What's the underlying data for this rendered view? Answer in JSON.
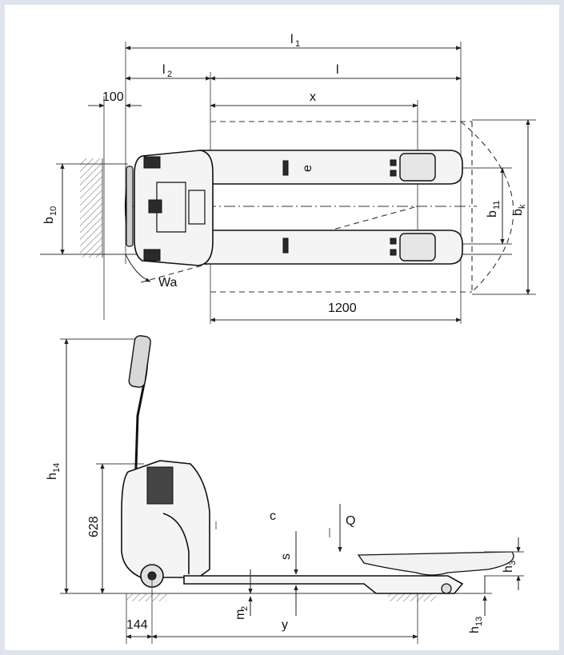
{
  "top_view": {
    "l1": {
      "main": "l",
      "sub": "1"
    },
    "l2": {
      "main": "l",
      "sub": "2"
    },
    "l": "l",
    "x": "x",
    "d100": "100",
    "e": "e",
    "b10": {
      "main": "b",
      "sub": "10"
    },
    "b11": {
      "main": "b",
      "sub": "11"
    },
    "bk": {
      "main": "b",
      "sub": "k"
    },
    "wa": "Wa",
    "d1200": "1200"
  },
  "side_view": {
    "h14": {
      "main": "h",
      "sub": "14"
    },
    "d628": "628",
    "c": "c",
    "q": "Q",
    "s": "s",
    "h3": {
      "main": "h",
      "sub": "3"
    },
    "m2": {
      "main": "m",
      "sub": "2"
    },
    "h13": {
      "main": "h",
      "sub": "13"
    },
    "d144": "144",
    "y": "y"
  },
  "colors": {
    "page_border": "#dfe3ee",
    "ink": "#111111"
  }
}
